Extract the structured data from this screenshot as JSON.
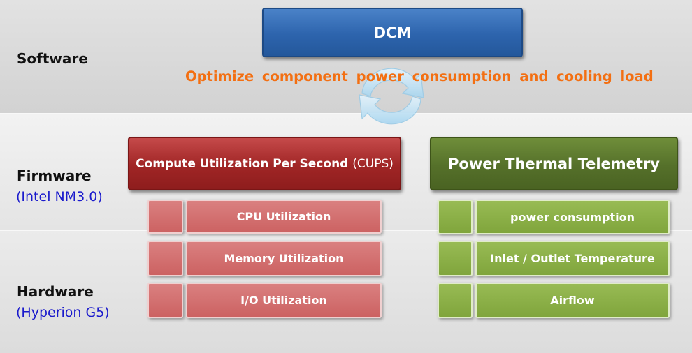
{
  "layers": {
    "software": "Software",
    "firmware": "Firmware",
    "firmware_sub": "(Intel NM3.0)",
    "hardware": "Hardware",
    "hardware_sub": "(Hyperion G5)"
  },
  "dcm": {
    "label": "DCM"
  },
  "goal": "Optimize component power consumption and cooling load",
  "cups": {
    "label": "Compute Utilization Per Second",
    "abbr": "(CUPS)"
  },
  "ptt": {
    "label": "Power Thermal Telemetry"
  },
  "cups_metrics": [
    "CPU Utilization",
    "Memory Utilization",
    "I/O Utilization"
  ],
  "ptt_metrics": [
    "power consumption",
    "Inlet / Outlet Temperature",
    "Airflow"
  ],
  "colors": {
    "dcm_blue": "#2d64ad",
    "cups_red": "#a02525",
    "metric_red": "#cc6262",
    "ptt_green": "#55702a",
    "metric_green": "#80a53c",
    "goal_orange": "#f36f12",
    "sub_label_blue": "#1a1acc",
    "cycle_arrow": "#bde0f4"
  }
}
